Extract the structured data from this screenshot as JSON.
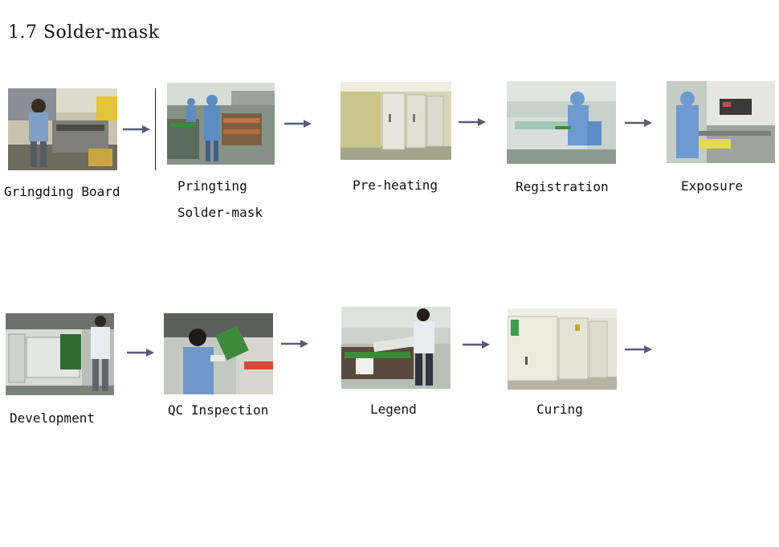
{
  "title": "1.7 Solder-mask",
  "steps": [
    {
      "label": "Gringding Board",
      "icon": "grinding-photo"
    },
    {
      "label_line1": "Pringting",
      "label_line2": "Solder-mask",
      "icon": "printing-photo"
    },
    {
      "label": "Pre-heating",
      "icon": "oven-photo"
    },
    {
      "label": "Registration",
      "icon": "registration-photo"
    },
    {
      "label": "Exposure",
      "icon": "exposure-photo"
    },
    {
      "label": "Development",
      "icon": "development-photo"
    },
    {
      "label": "QC Inspection",
      "icon": "qc-photo"
    },
    {
      "label": "Legend",
      "icon": "legend-photo"
    },
    {
      "label": "Curing",
      "icon": "curing-photo"
    }
  ],
  "colors": {
    "arrow": "#5a5a78",
    "wall": "#d9d6c8",
    "floor": "#a8b6a0",
    "worker": "#5b8cc4",
    "pcb": "#3f8a3a"
  }
}
